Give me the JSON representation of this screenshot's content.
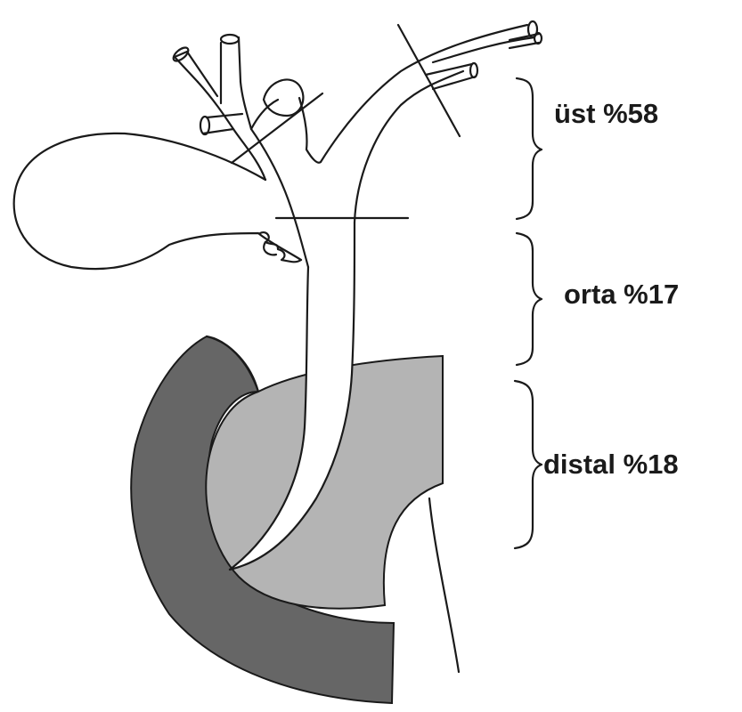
{
  "segments": [
    {
      "label": "üst %58"
    },
    {
      "label": "orta %17"
    },
    {
      "label": "distal %18"
    }
  ],
  "colors": {
    "pancreas_dark": "#666666",
    "duodenum_light": "#b4b4b4",
    "line": "#1a1a1a",
    "background": "#ffffff"
  }
}
